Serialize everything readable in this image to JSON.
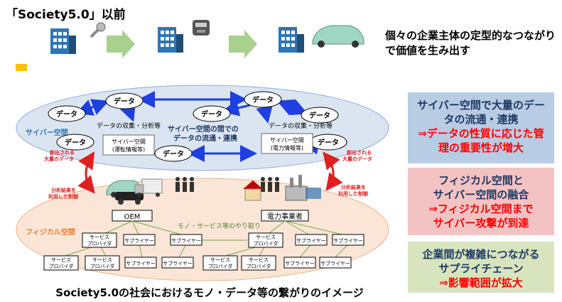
{
  "title": "「Society5.0」以前",
  "top_note": {
    "line1": "個々の企業主体の定型的なつながり",
    "line2": "で価値を生み出す"
  },
  "diagram": {
    "cyber_space": "サイバー空間",
    "physical_space": "フィジカル空間",
    "data": "データ",
    "collect_analyze": "データの収集・分析等",
    "flow_mid1": "サイバー空間の間での",
    "flow_mid2": "データの流通・連携",
    "cyber_box1_l1": "サイバー空間",
    "cyber_box1_l2": "(運転情報等)",
    "cyber_box2_l1": "サイバー空間",
    "cyber_box2_l2": "(電力情報等)",
    "created_data_l1": "創出される",
    "created_data_l2": "大量のデータ",
    "control_l1": "分析結果を",
    "control_l2": "利用した制御",
    "exchange": "モノ・サービス等のやり取り",
    "oem": "OEM",
    "power_company": "電力事業者",
    "service_provider_l1": "サービス",
    "service_provider_l2": "プロバイダ",
    "supplier": "サプライヤー"
  },
  "side_boxes": [
    {
      "line1": "サイバー空間で大量のデー",
      "line2": "タの流通・連携",
      "red1": "⇒データの性質に応じた管",
      "red2": "理の重要性が増大"
    },
    {
      "line1": "フィジカル空間と",
      "line2": "サイバー空間の融合",
      "red1": "⇒フィジカル空間まで",
      "red2": "サイバー攻撃が到達"
    },
    {
      "line1": "企業間が複雑につながる",
      "line2": "サプライチェーン",
      "red1": "⇒影響範囲が拡大",
      "red2": ""
    }
  ],
  "caption": "Society5.0の社会におけるモノ・データ等の繋がりのイメージ",
  "colors": {
    "arrow_blue": "#1f3fe0",
    "arrow_red": "#e02020",
    "chevron_green": "#a9d18e",
    "down_arrow": "#ffc000",
    "cyber_fill": "#dbe5f1",
    "physical_fill": "#fbe5d6",
    "red_text": "#ff0000"
  }
}
